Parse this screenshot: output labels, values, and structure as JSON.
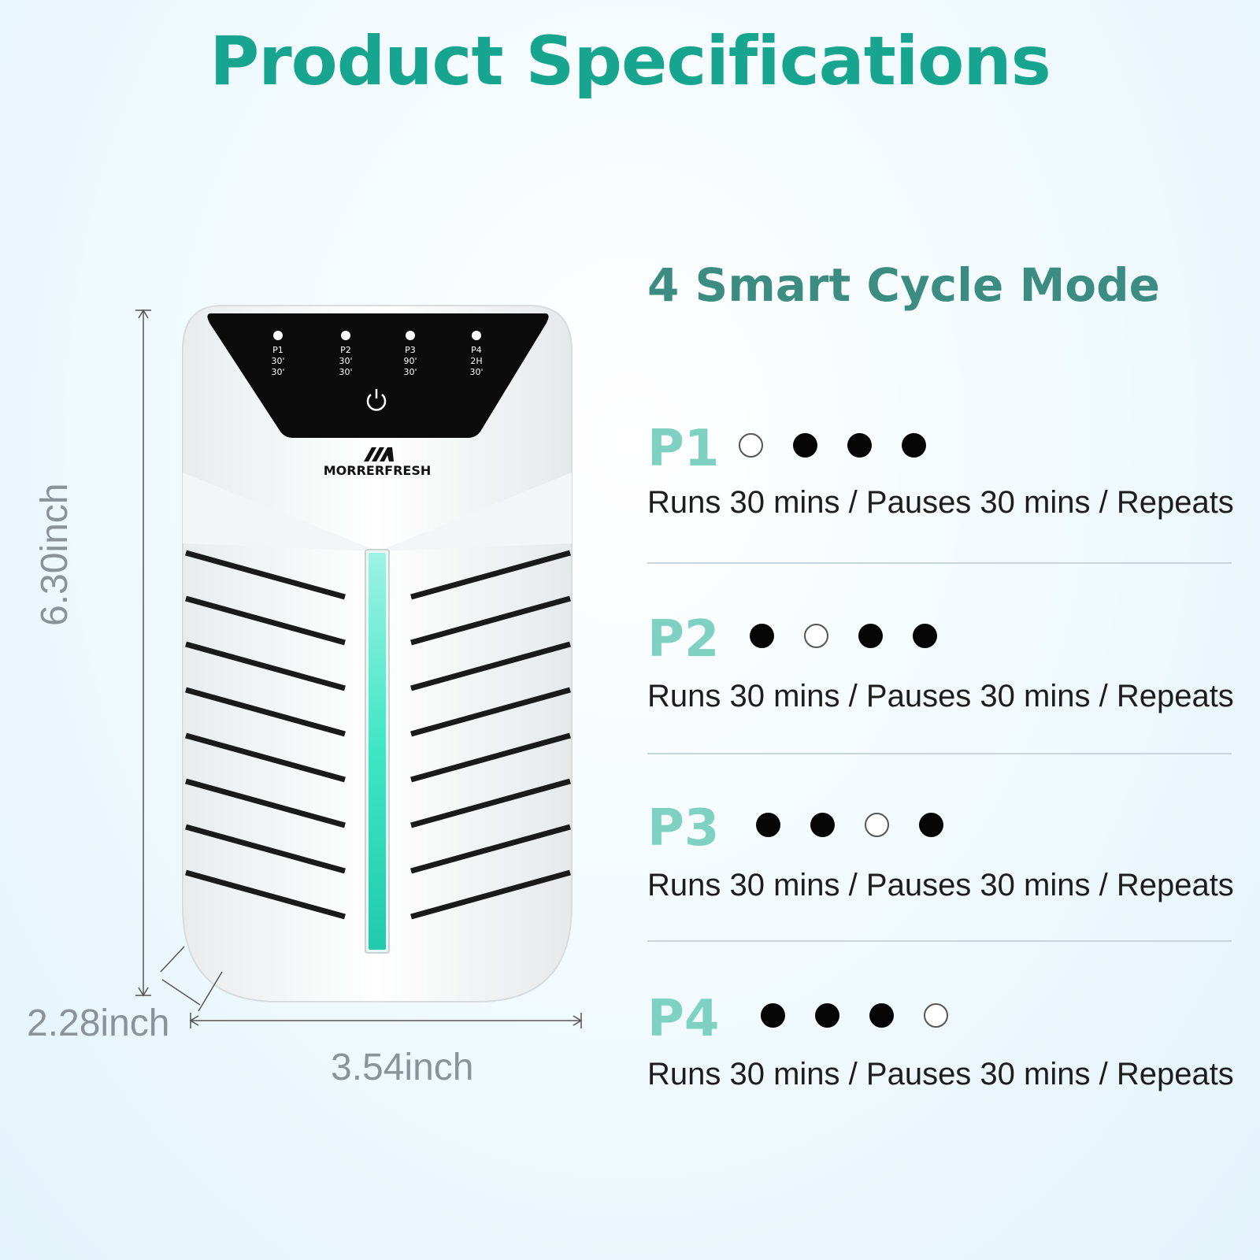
{
  "header": {
    "title": "Product Specifications"
  },
  "section": {
    "subtitle": "4 Smart Cycle Mode"
  },
  "modes": [
    {
      "name": "P1",
      "indicators": [
        "off",
        "on",
        "on",
        "on"
      ],
      "description": "Runs 30 mins / Pauses 30 mins / Repeats"
    },
    {
      "name": "P2",
      "indicators": [
        "on",
        "off",
        "on",
        "on"
      ],
      "description": "Runs 30 mins / Pauses 30 mins / Repeats"
    },
    {
      "name": "P3",
      "indicators": [
        "on",
        "on",
        "off",
        "on"
      ],
      "description": "Runs 30 mins / Pauses 30 mins / Repeats"
    },
    {
      "name": "P4",
      "indicators": [
        "on",
        "on",
        "on",
        "off"
      ],
      "description": "Runs 30 mins / Pauses 30 mins / Repeats"
    }
  ],
  "dimensions": {
    "height": "6.30inch",
    "depth": "2.28inch",
    "width": "3.54inch"
  },
  "device": {
    "brand": "MORRERFRESH",
    "panel": [
      {
        "name": "P1",
        "run": "30'",
        "pause": "30'"
      },
      {
        "name": "P2",
        "run": "30'",
        "pause": "30'"
      },
      {
        "name": "P3",
        "run": "90'",
        "pause": "30'"
      },
      {
        "name": "P4",
        "run": "2H",
        "pause": "30'"
      }
    ],
    "light_color": "#3ee6c4"
  },
  "colors": {
    "title": "#17a58f",
    "subtitle": "#3d8c82",
    "mode_name": "#7fd2c2"
  }
}
